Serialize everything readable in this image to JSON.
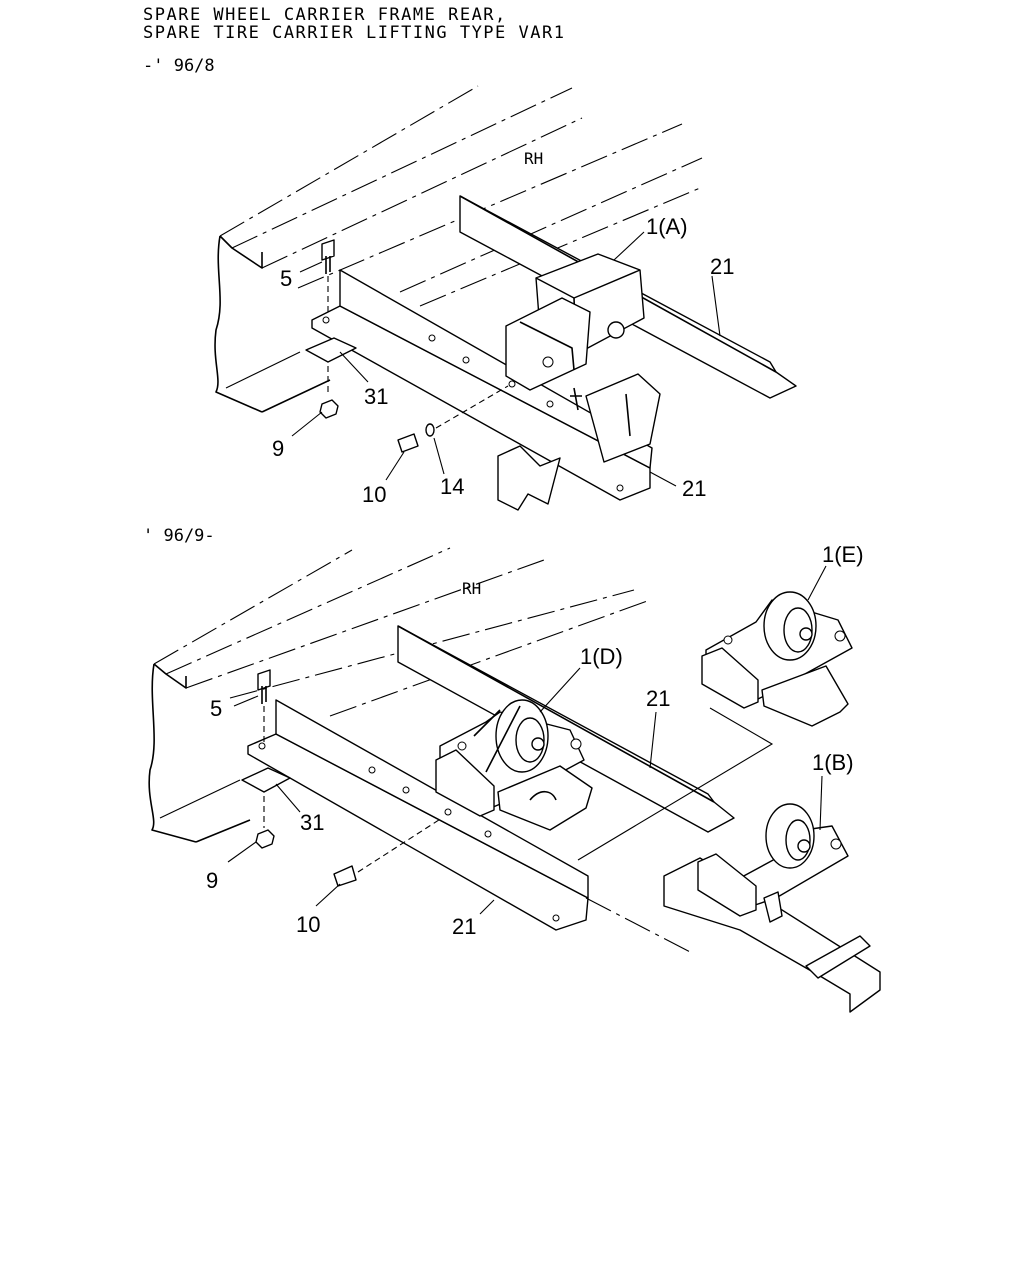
{
  "title": {
    "line1": "SPARE WHEEL CARRIER FRAME REAR,",
    "line2": "SPARE TIRE CARRIER LIFTING TYPE VAR1"
  },
  "top": {
    "period": "-' 96/8",
    "side": "RH",
    "labels": {
      "p1a": "1(A)",
      "p21a": "21",
      "p5": "5",
      "p31": "31",
      "p9": "9",
      "p10": "10",
      "p14": "14",
      "p21b": "21"
    }
  },
  "bottom": {
    "period": "' 96/9-",
    "side": "RH",
    "labels": {
      "p1e": "1(E)",
      "p1d": "1(D)",
      "p21a": "21",
      "p1b": "1(B)",
      "p5": "5",
      "p31": "31",
      "p9": "9",
      "p10": "10",
      "p21b": "21"
    }
  }
}
